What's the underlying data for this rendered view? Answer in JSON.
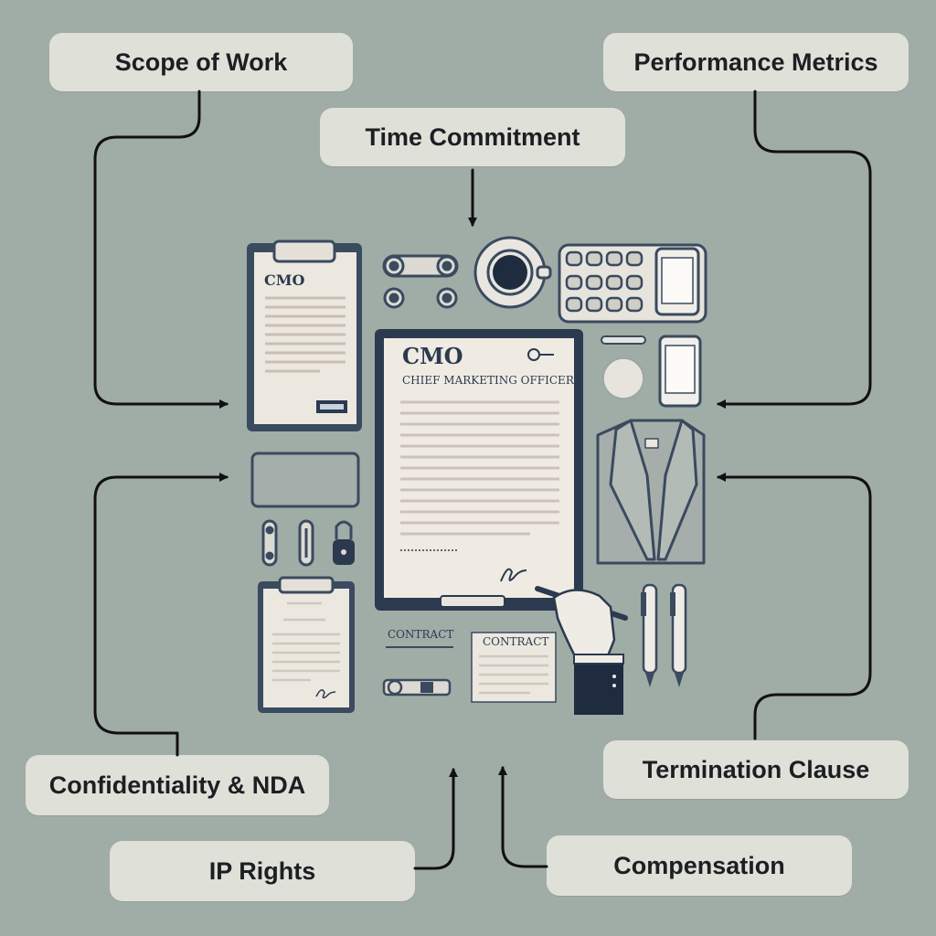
{
  "labels": {
    "scope_of_work": "Scope of Work",
    "performance_metrics": "Performance Metrics",
    "time_commitment": "Time  Commitment",
    "termination_clause": "Termination Clause",
    "confidentiality_nda": "Confidentiality &  NDA",
    "ip_rights": "IP Rights",
    "compensation": "Compensation"
  },
  "illustration": {
    "main_doc_title": "CMO",
    "main_doc_subtitle": "CHIEF MARKETING OFFICER",
    "small_clipboard_title": "CMO",
    "contract_label_left": "CONTRACT",
    "contract_label_card": "CONTRACT"
  },
  "colors": {
    "background": "#a0aca6",
    "label_fill": "#dfe0d8",
    "navy": "#2c3a4f",
    "paper": "#ede9e1"
  }
}
